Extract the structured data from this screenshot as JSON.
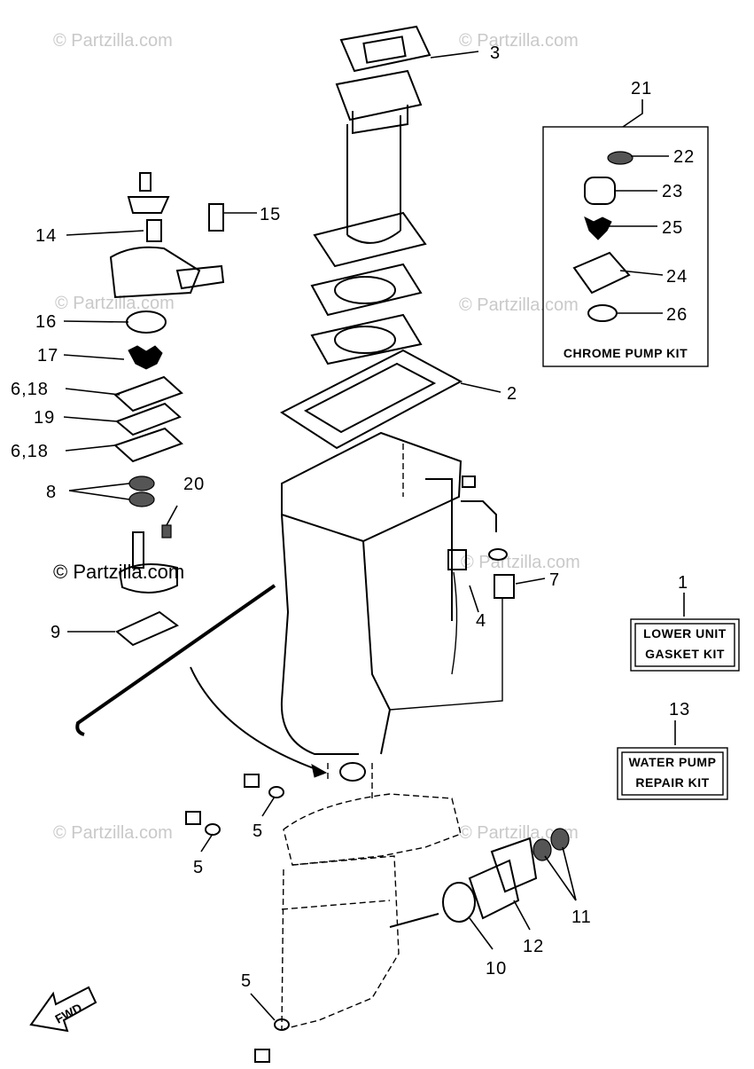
{
  "watermark": "© Partzilla.com",
  "callouts": {
    "c1": "1",
    "c2": "2",
    "c3": "3",
    "c4": "4",
    "c5a": "5",
    "c5b": "5",
    "c5c": "5",
    "c6_18a": "6,18",
    "c6_18b": "6,18",
    "c7": "7",
    "c8": "8",
    "c9": "9",
    "c10": "10",
    "c11": "11",
    "c12": "12",
    "c13": "13",
    "c14": "14",
    "c15": "15",
    "c16": "16",
    "c17": "17",
    "c19": "19",
    "c20": "20",
    "c21": "21",
    "c22": "22",
    "c23": "23",
    "c24": "24",
    "c25": "25",
    "c26": "26"
  },
  "kits": {
    "chrome_pump": "CHROME PUMP KIT",
    "lower_unit_line1": "LOWER UNIT",
    "lower_unit_line2": "GASKET KIT",
    "water_pump_line1": "WATER PUMP",
    "water_pump_line2": "REPAIR KIT"
  },
  "direction_arrow": "FWD"
}
